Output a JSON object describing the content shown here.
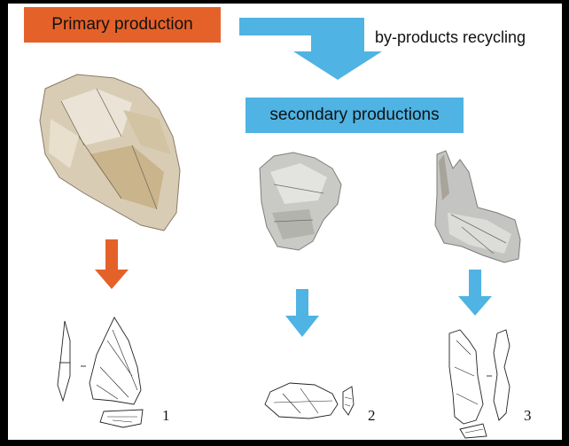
{
  "labels": {
    "primary": "Primary production",
    "secondary": "secondary productions",
    "recycling": "by-products recycling"
  },
  "figures": [
    {
      "number": "1"
    },
    {
      "number": "2"
    },
    {
      "number": "3"
    }
  ],
  "colors": {
    "primary_box": "#e4622a",
    "secondary_box": "#4fb3e3",
    "primary_arrow": "#e4622a",
    "secondary_arrow": "#4fb3e3",
    "flint": "#d9cfbf",
    "flint_dark": "#8a7a66",
    "cortex": "#c8b690"
  }
}
